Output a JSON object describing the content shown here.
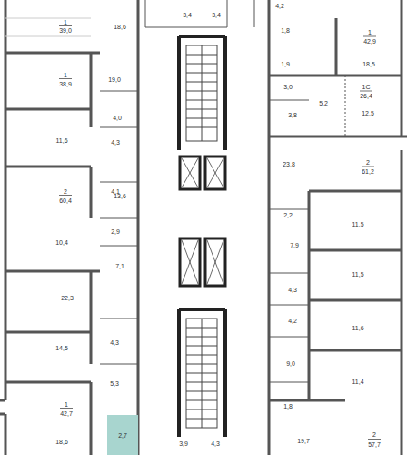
{
  "diagram": {
    "nodes": [
      {
        "text": [
          "2,7"
        ]
      }
    ],
    "labels": [
      "1",
      "39,0",
      "18,6",
      "3,4",
      "3,4",
      "4,2",
      "1",
      "42,9",
      "18,5",
      "1,8",
      "1,9",
      "3,0",
      "1С",
      "26,4",
      "5,2",
      "3,8",
      "12,5",
      "1",
      "38,9",
      "19,0",
      "4,0",
      "11,6",
      "4,3",
      "23,8",
      "2",
      "61,2",
      "2",
      "60,4",
      "13,6",
      "4,1",
      "2,2",
      "11,5",
      "2,9",
      "10,4",
      "7,1",
      "7,9",
      "11,5",
      "4,3",
      "22,3",
      "4,2",
      "11,6",
      "14,5",
      "4,3",
      "5,3",
      "9,0",
      "11,4",
      "1,8",
      "1",
      "42,7",
      "18,6",
      "3,9",
      "4,3",
      "19,7",
      "2",
      "57,7"
    ]
  }
}
